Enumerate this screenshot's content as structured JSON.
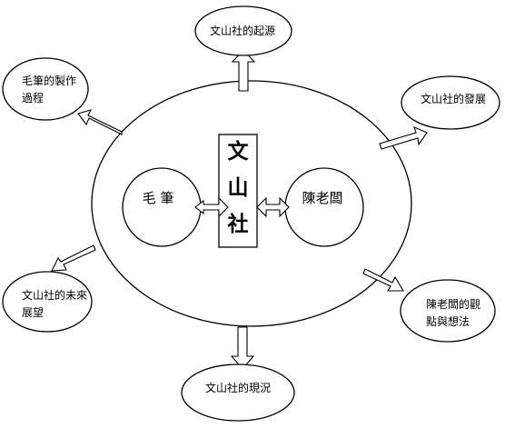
{
  "center": {
    "title_chars": [
      "文",
      "山",
      "社"
    ],
    "left_label": "毛 筆",
    "right_label": "陳老闆"
  },
  "topics": {
    "origin": "文山社的起源",
    "making": [
      "毛筆的製作",
      "過程"
    ],
    "development": "文山社的發展",
    "future": [
      "文山社的未來",
      "展望"
    ],
    "views": [
      "陳老闆的觀",
      "點與想法"
    ],
    "status": "文山社的現況"
  }
}
